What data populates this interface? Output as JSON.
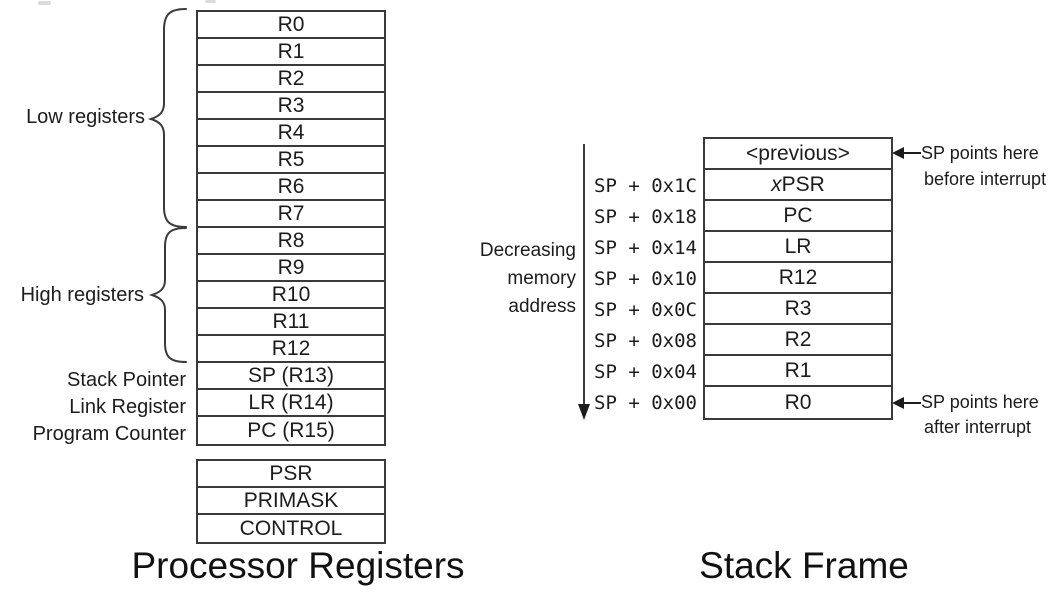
{
  "page": {
    "background": "#ffffff",
    "ink": "#1c1c1c",
    "line_color": "#3a3a3a"
  },
  "processor_registers": {
    "title": "Processor Registers",
    "braces": [
      {
        "label": "Low registers"
      },
      {
        "label": "High registers"
      }
    ],
    "register_rows": [
      "R0",
      "R1",
      "R2",
      "R3",
      "R4",
      "R5",
      "R6",
      "R7",
      "R8",
      "R9",
      "R10",
      "R11",
      "R12",
      "SP (R13)",
      "LR (R14)",
      "PC (R15)"
    ],
    "pointer_labels": [
      "Stack Pointer",
      "Link Register",
      "Program Counter"
    ],
    "special_registers": [
      "PSR",
      "PRIMASK",
      "CONTROL"
    ]
  },
  "stack_frame": {
    "title": "Stack Frame",
    "decreasing_label": [
      "Decreasing",
      "memory",
      "address"
    ],
    "rows": [
      {
        "offset": "",
        "value_italic": "",
        "value": "<previous>"
      },
      {
        "offset": "SP + 0x1C",
        "value_italic": "x",
        "value": "PSR"
      },
      {
        "offset": "SP + 0x18",
        "value_italic": "",
        "value": "PC"
      },
      {
        "offset": "SP + 0x14",
        "value_italic": "",
        "value": "LR"
      },
      {
        "offset": "SP + 0x10",
        "value_italic": "",
        "value": "R12"
      },
      {
        "offset": "SP + 0x0C",
        "value_italic": "",
        "value": "R3"
      },
      {
        "offset": "SP + 0x08",
        "value_italic": "",
        "value": "R2"
      },
      {
        "offset": "SP + 0x04",
        "value_italic": "",
        "value": "R1"
      },
      {
        "offset": "SP + 0x00",
        "value_italic": "",
        "value": "R0"
      }
    ],
    "sp_before": [
      "SP points here",
      "before interrupt"
    ],
    "sp_after": [
      "SP points here",
      "after interrupt"
    ]
  }
}
